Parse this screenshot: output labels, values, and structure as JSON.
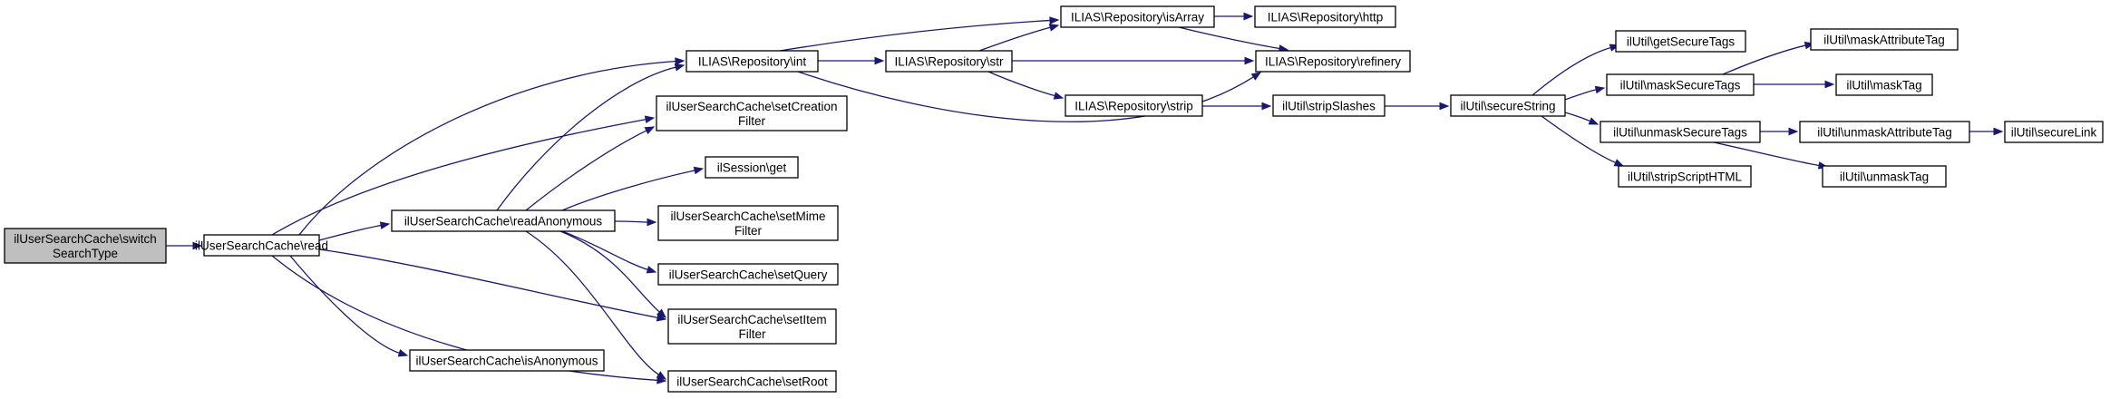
{
  "diagram": {
    "colors": {
      "edge": "#191970",
      "root_fill": "#bfbfbf",
      "node_fill": "#ffffff",
      "node_border": "#000000"
    },
    "nodes": [
      {
        "id": "switch",
        "lines": [
          "ilUserSearchCache\\switch",
          "SearchType"
        ]
      },
      {
        "id": "read",
        "lines": [
          "ilUserSearchCache\\read"
        ]
      },
      {
        "id": "int",
        "lines": [
          "ILIAS\\Repository\\int"
        ]
      },
      {
        "id": "setCreation",
        "lines": [
          "ilUserSearchCache\\setCreation",
          "Filter"
        ]
      },
      {
        "id": "readAnon",
        "lines": [
          "ilUserSearchCache\\readAnonymous"
        ]
      },
      {
        "id": "sessionGet",
        "lines": [
          "ilSession\\get"
        ]
      },
      {
        "id": "setMime",
        "lines": [
          "ilUserSearchCache\\setMime",
          "Filter"
        ]
      },
      {
        "id": "setQuery",
        "lines": [
          "ilUserSearchCache\\setQuery"
        ]
      },
      {
        "id": "setItem",
        "lines": [
          "ilUserSearchCache\\setItem",
          "Filter"
        ]
      },
      {
        "id": "isAnon",
        "lines": [
          "ilUserSearchCache\\isAnonymous"
        ]
      },
      {
        "id": "setRoot",
        "lines": [
          "ilUserSearchCache\\setRoot"
        ]
      },
      {
        "id": "isArray",
        "lines": [
          "ILIAS\\Repository\\isArray"
        ]
      },
      {
        "id": "str",
        "lines": [
          "ILIAS\\Repository\\str"
        ]
      },
      {
        "id": "strip",
        "lines": [
          "ILIAS\\Repository\\strip"
        ]
      },
      {
        "id": "http",
        "lines": [
          "ILIAS\\Repository\\http"
        ]
      },
      {
        "id": "refinery",
        "lines": [
          "ILIAS\\Repository\\refinery"
        ]
      },
      {
        "id": "stripSlashes",
        "lines": [
          "ilUtil\\stripSlashes"
        ]
      },
      {
        "id": "secureString",
        "lines": [
          "ilUtil\\secureString"
        ]
      },
      {
        "id": "getSecureTags",
        "lines": [
          "ilUtil\\getSecureTags"
        ]
      },
      {
        "id": "maskSecureTags",
        "lines": [
          "ilUtil\\maskSecureTags"
        ]
      },
      {
        "id": "unmaskSecureTags",
        "lines": [
          "ilUtil\\unmaskSecureTags"
        ]
      },
      {
        "id": "stripScriptHTML",
        "lines": [
          "ilUtil\\stripScriptHTML"
        ]
      },
      {
        "id": "maskAttributeTag",
        "lines": [
          "ilUtil\\maskAttributeTag"
        ]
      },
      {
        "id": "maskTag",
        "lines": [
          "ilUtil\\maskTag"
        ]
      },
      {
        "id": "unmaskAttributeTag",
        "lines": [
          "ilUtil\\unmaskAttributeTag"
        ]
      },
      {
        "id": "unmaskTag",
        "lines": [
          "ilUtil\\unmaskTag"
        ]
      },
      {
        "id": "secureLink",
        "lines": [
          "ilUtil\\secureLink"
        ]
      }
    ],
    "edges": [
      [
        "switch",
        "read"
      ],
      [
        "read",
        "int"
      ],
      [
        "read",
        "setCreation"
      ],
      [
        "read",
        "readAnon"
      ],
      [
        "read",
        "setItem"
      ],
      [
        "read",
        "isAnon"
      ],
      [
        "read",
        "setRoot"
      ],
      [
        "readAnon",
        "int"
      ],
      [
        "readAnon",
        "setCreation"
      ],
      [
        "readAnon",
        "sessionGet"
      ],
      [
        "readAnon",
        "setMime"
      ],
      [
        "readAnon",
        "setQuery"
      ],
      [
        "readAnon",
        "setItem"
      ],
      [
        "readAnon",
        "setRoot"
      ],
      [
        "int",
        "isArray"
      ],
      [
        "int",
        "str"
      ],
      [
        "int",
        "refinery"
      ],
      [
        "str",
        "isArray"
      ],
      [
        "str",
        "refinery"
      ],
      [
        "str",
        "strip"
      ],
      [
        "isArray",
        "http"
      ],
      [
        "isArray",
        "refinery"
      ],
      [
        "strip",
        "stripSlashes"
      ],
      [
        "stripSlashes",
        "secureString"
      ],
      [
        "secureString",
        "getSecureTags"
      ],
      [
        "secureString",
        "maskSecureTags"
      ],
      [
        "secureString",
        "unmaskSecureTags"
      ],
      [
        "secureString",
        "stripScriptHTML"
      ],
      [
        "maskSecureTags",
        "maskAttributeTag"
      ],
      [
        "maskSecureTags",
        "maskTag"
      ],
      [
        "unmaskSecureTags",
        "unmaskAttributeTag"
      ],
      [
        "unmaskSecureTags",
        "unmaskTag"
      ],
      [
        "unmaskAttributeTag",
        "secureLink"
      ]
    ]
  }
}
